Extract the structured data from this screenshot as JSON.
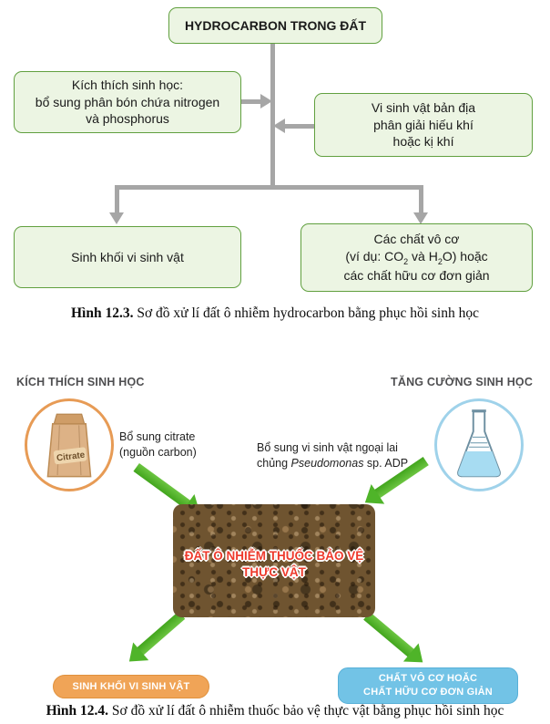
{
  "figure_12_3": {
    "box_top": "HYDROCARBON TRONG ĐẤT",
    "box_left": "Kích thích sinh học:\nbổ sung phân bón chứa nitrogen\nvà phosphorus",
    "box_right": "Vi sinh vật bản địa\nphân giải hiếu khí\nhoặc kị khí",
    "box_bottom_left": "Sinh khối vi sinh vật",
    "box_bottom_right": {
      "line1": "Các chất vô cơ",
      "line2_a": "(ví dụ: CO",
      "line2_sub1": "2",
      "line2_b": " và H",
      "line2_sub2": "2",
      "line2_c": "O) hoặc",
      "line3": "các chất hữu cơ đơn giản"
    },
    "caption_label": "Hình 12.3.",
    "caption_text": " Sơ đồ xử lí đất ô nhiễm hydrocarbon bằng phục hồi sinh học"
  },
  "figure_12_4": {
    "header_left": "KÍCH THÍCH SINH HỌC",
    "header_right": "TĂNG CƯỜNG SINH HỌC",
    "bag_label": "Citrate",
    "note_left": "Bổ sung citrate\n(nguồn carbon)",
    "note_right_a": "Bổ sung vi sinh vật ngoại lai\nchủng ",
    "note_right_italic": "Pseudomonas",
    "note_right_b": " sp. ADP",
    "soil_label": "ĐẤT Ô NHIỄM THUỐC BẢO VỆ\nTHỰC VẬT",
    "pill_left": "SINH KHỐI VI SINH VẬT",
    "pill_right": "CHẤT VÔ CƠ HOẶC\nCHẤT HỮU CƠ ĐƠN GIẢN",
    "caption_label": "Hình 12.4.",
    "caption_text": " Sơ đồ xử lí đất ô nhiễm thuốc bảo vệ thực vật bằng phục hồi sinh học"
  },
  "colors": {
    "flow_box_border": "#61a03f",
    "flow_box_fill": "#ecf5e3",
    "connector_gray": "#a6a6a6",
    "arrow_green": "#4fb429",
    "pill_orange": "#f0a457",
    "pill_blue": "#72c3e6",
    "soil_label_red": "#ee3a2c",
    "bag_circle": "#e79b55",
    "flask_circle": "#9fd2ea"
  }
}
